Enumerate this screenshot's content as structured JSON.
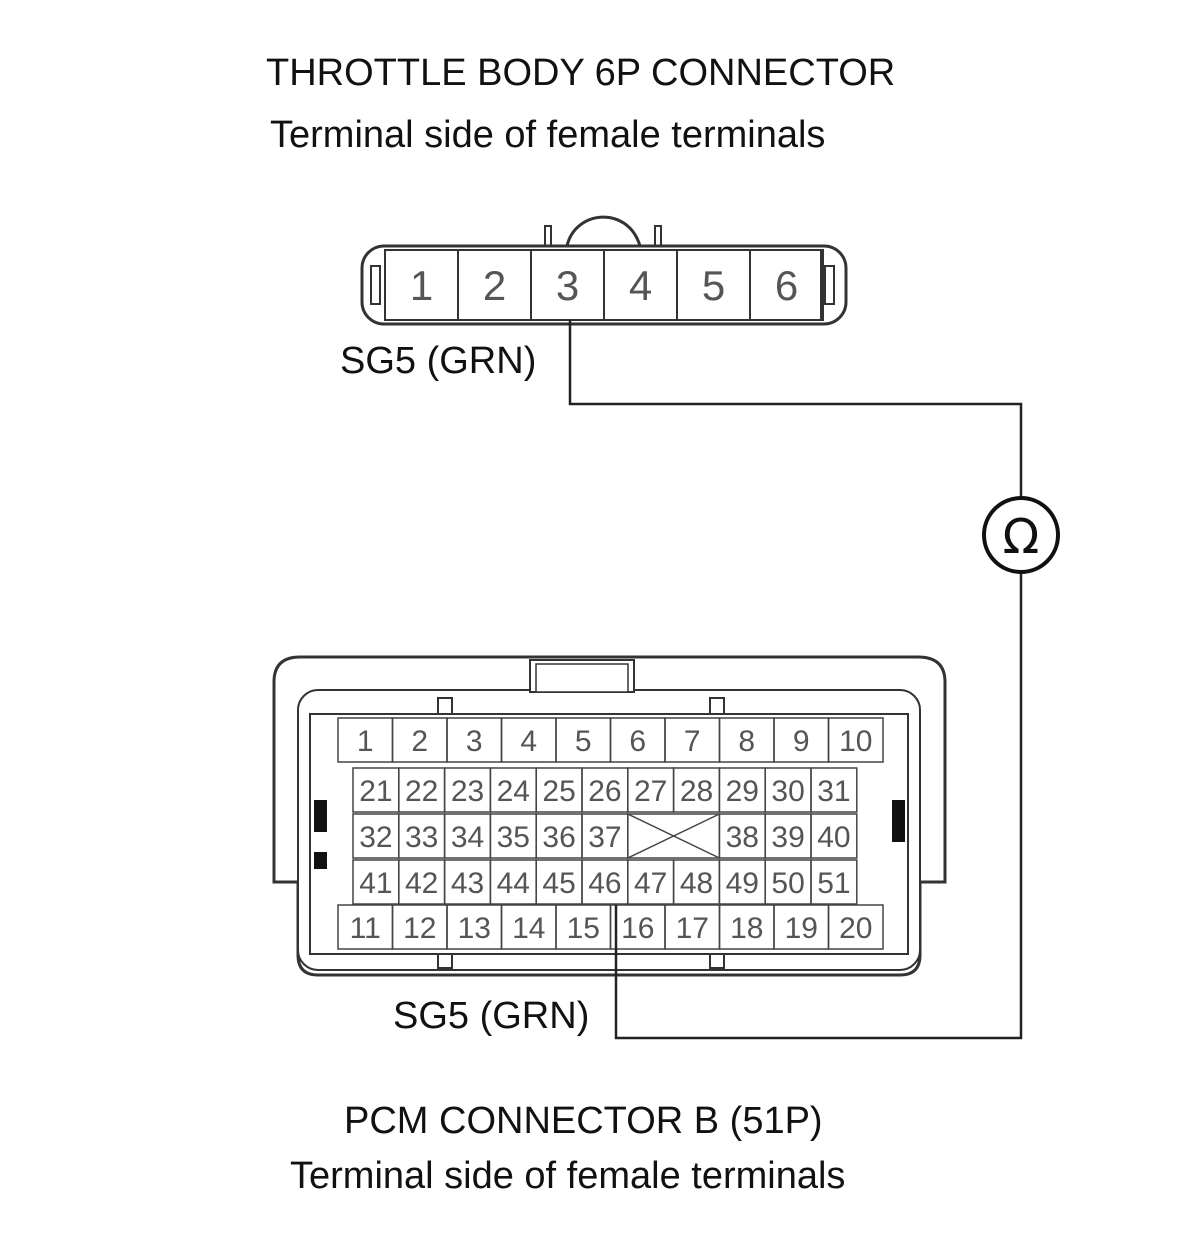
{
  "throttle_connector": {
    "title": "THROTTLE BODY 6P CONNECTOR",
    "subtitle": "Terminal side of female terminals",
    "pins": [
      "1",
      "2",
      "3",
      "4",
      "5",
      "6"
    ],
    "wire_label": "SG5 (GRN)"
  },
  "pcm_connector": {
    "title": "PCM CONNECTOR B (51P)",
    "subtitle": "Terminal side of female terminals",
    "rows": [
      [
        "1",
        "2",
        "3",
        "4",
        "5",
        "6",
        "7",
        "8",
        "9",
        "10"
      ],
      [
        "21",
        "22",
        "23",
        "24",
        "25",
        "26",
        "27",
        "28",
        "29",
        "30",
        "31"
      ],
      [
        "32",
        "33",
        "34",
        "35",
        "36",
        "37",
        "38",
        "39",
        "40"
      ],
      [
        "41",
        "42",
        "43",
        "44",
        "45",
        "46",
        "47",
        "48",
        "49",
        "50",
        "51"
      ],
      [
        "11",
        "12",
        "13",
        "14",
        "15",
        "16",
        "17",
        "18",
        "19",
        "20"
      ]
    ],
    "wire_label": "SG5 (GRN)"
  },
  "meter_symbol": "Ω"
}
